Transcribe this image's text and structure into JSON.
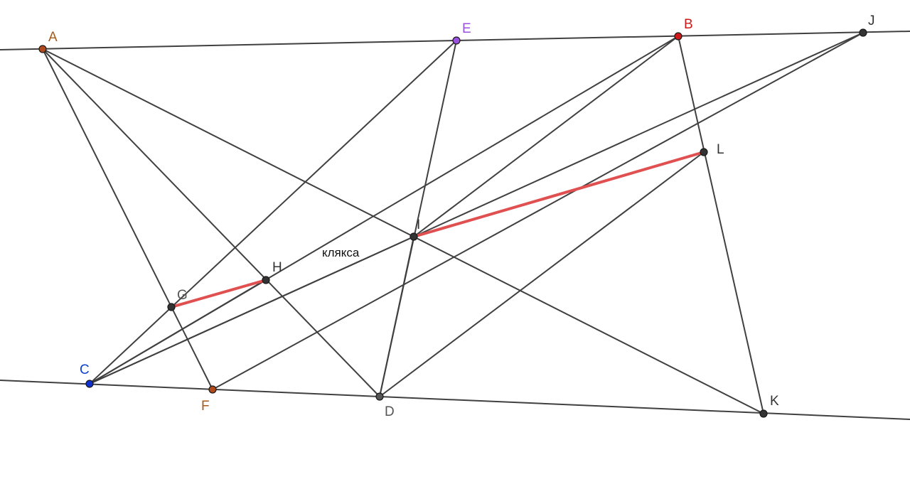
{
  "points": [
    {
      "id": "A",
      "label": "A",
      "color": "#b04a1a",
      "label_color": "#a85a18"
    },
    {
      "id": "E",
      "label": "E",
      "color": "#9b51e0",
      "label_color": "#9b51e0"
    },
    {
      "id": "B",
      "label": "B",
      "color": "#d01818",
      "label_color": "#cc1a1a"
    },
    {
      "id": "J",
      "label": "J",
      "color": "#333333",
      "label_color": "#333333"
    },
    {
      "id": "L",
      "label": "L",
      "color": "#333333",
      "label_color": "#333333"
    },
    {
      "id": "I",
      "label": "I",
      "color": "#333333",
      "label_color": "#333333"
    },
    {
      "id": "H",
      "label": "H",
      "color": "#333333",
      "label_color": "#333333"
    },
    {
      "id": "G",
      "label": "G",
      "color": "#333333",
      "label_color": "#555555"
    },
    {
      "id": "C",
      "label": "C",
      "color": "#1030d0",
      "label_color": "#1040d0"
    },
    {
      "id": "F",
      "label": "F",
      "color": "#b04a1a",
      "label_color": "#a85a18"
    },
    {
      "id": "D",
      "label": "D",
      "color": "#555555",
      "label_color": "#555555"
    },
    {
      "id": "K",
      "label": "K",
      "color": "#333333",
      "label_color": "#333333"
    }
  ],
  "note": {
    "text": "клякса"
  }
}
